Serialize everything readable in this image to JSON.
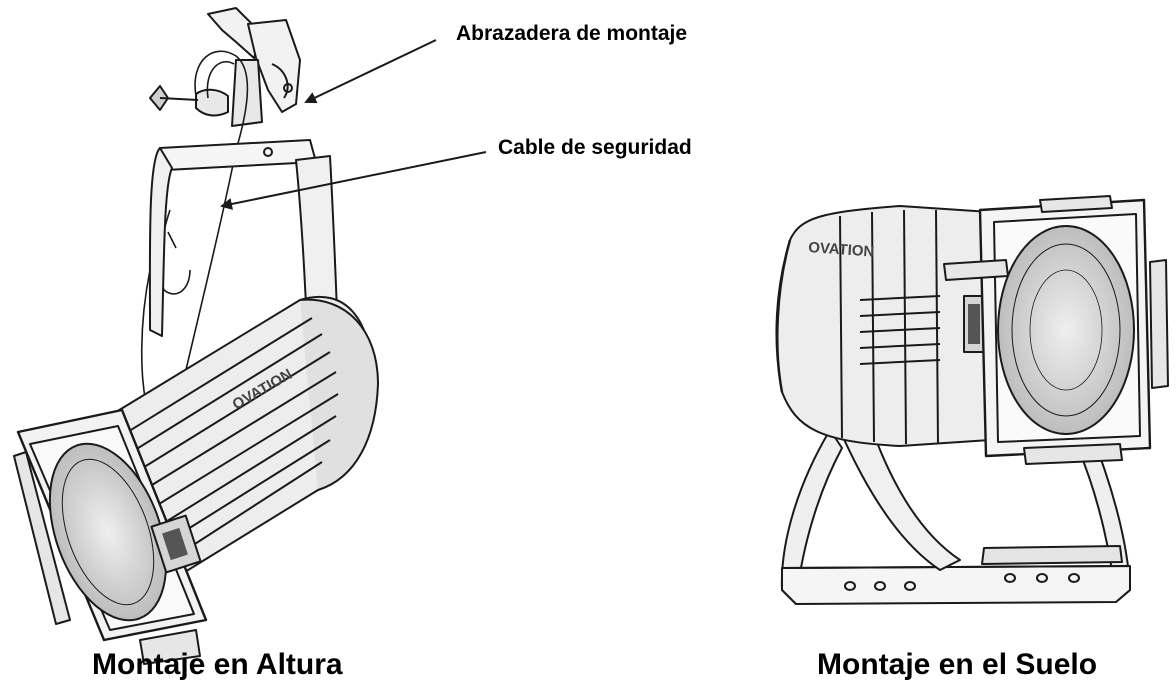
{
  "labels": {
    "clamp": "Abrazadera de montaje",
    "safety_cable": "Cable de seguridad"
  },
  "captions": {
    "hanging": "Montaje en Altura",
    "floor": "Montaje en el Suelo"
  },
  "brand_mark": "OVATION",
  "colors": {
    "line": "#1a1a1a",
    "body_shade": "#d9d9d9",
    "lens_shade": "#cfcfcf",
    "background": "#ffffff"
  }
}
